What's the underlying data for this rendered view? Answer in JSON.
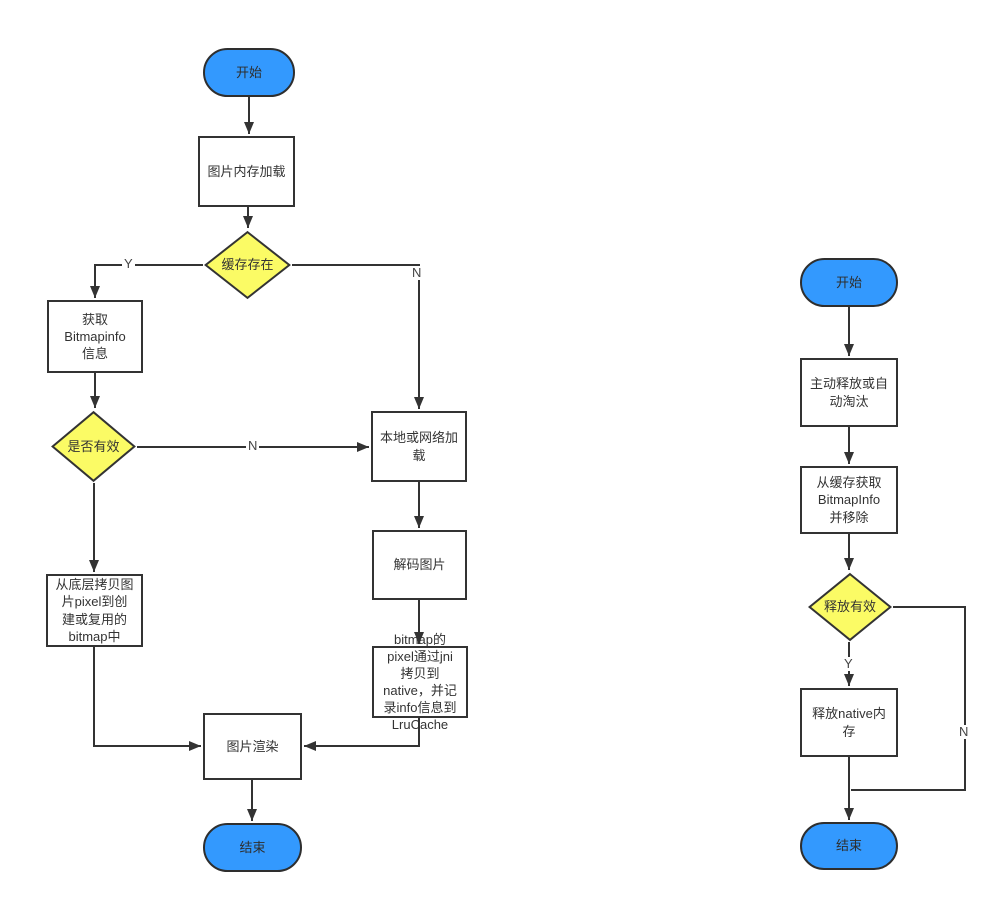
{
  "diagram": {
    "background_color": "#ffffff",
    "node_fill_blue": "#3399fe",
    "node_fill_yellow": "#fbfb65",
    "border_color": "#333333",
    "line_color": "#333333",
    "left_flow": {
      "start": {
        "label": "开始"
      },
      "memory_load": {
        "label": "图片内存加载"
      },
      "cache_exists": {
        "label": "缓存存在"
      },
      "get_bitmapinfo": {
        "label": "获取\nBitmapinfo\n信息"
      },
      "is_valid": {
        "label": "是否有效"
      },
      "local_or_network_load": {
        "label": "本地或网络加\n载"
      },
      "copy_pixel_to_bitmap": {
        "label": "从底层拷贝图\n片pixel到创\n建或复用的\nbitmap中"
      },
      "decode_image": {
        "label": "解码图片"
      },
      "jni_copy_to_native": {
        "label": "bitmap的\npixel通过jni\n拷贝到\nnative，并记\n录info信息到\nLruCache"
      },
      "render_image": {
        "label": "图片渲染"
      },
      "end": {
        "label": "结束"
      },
      "labels": {
        "cache_yes": "Y",
        "cache_no": "N",
        "valid_no": "N"
      }
    },
    "right_flow": {
      "start": {
        "label": "开始"
      },
      "active_release": {
        "label": "主动释放或自\n动淘汰"
      },
      "get_and_remove": {
        "label": "从缓存获取\nBitmapInfo\n并移除"
      },
      "release_valid": {
        "label": "释放有效"
      },
      "free_native_memory": {
        "label": "释放native内\n存"
      },
      "end": {
        "label": "结束"
      },
      "labels": {
        "release_yes": "Y",
        "release_no": "N"
      }
    }
  }
}
